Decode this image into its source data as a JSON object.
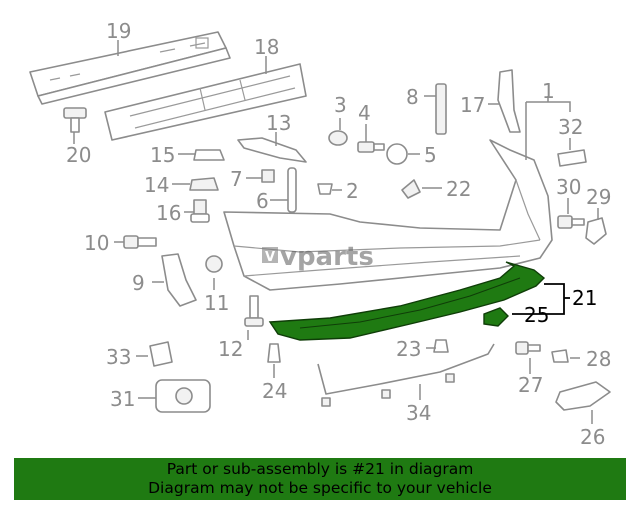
{
  "brand": {
    "logo_text": "vparts",
    "logo_mark": "V"
  },
  "callouts": {
    "c1": "1",
    "c2": "2",
    "c3": "3",
    "c4": "4",
    "c5": "5",
    "c6": "6",
    "c7": "7",
    "c8": "8",
    "c9": "9",
    "c10": "10",
    "c11": "11",
    "c12": "12",
    "c13": "13",
    "c14": "14",
    "c15": "15",
    "c16": "16",
    "c17": "17",
    "c18": "18",
    "c19": "19",
    "c20": "20",
    "c21": "21",
    "c22": "22",
    "c23": "23",
    "c24": "24",
    "c25": "25",
    "c26": "26",
    "c27": "27",
    "c28": "28",
    "c29": "29",
    "c30": "30",
    "c31": "31",
    "c32": "32",
    "c33": "33",
    "c34": "34"
  },
  "highlight": {
    "part_number": "21",
    "color": "#1f7a12"
  },
  "banner": {
    "line1": "Part or sub-assembly is #21 in diagram",
    "line2": "Diagram may not be specific to your vehicle"
  }
}
